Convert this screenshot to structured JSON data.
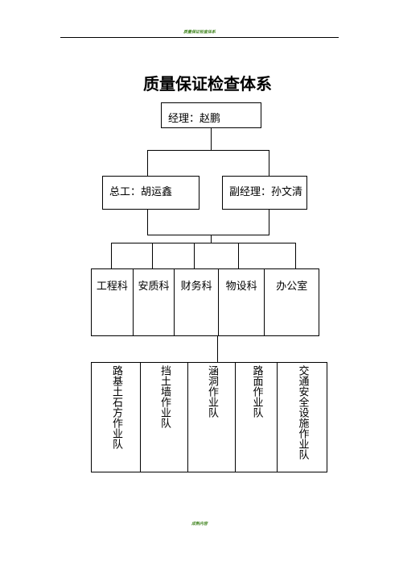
{
  "header": {
    "text": "质量保证检查体系"
  },
  "title": "质量保证检查体系",
  "manager": {
    "label": "经理：赵鹏"
  },
  "chief_engineer": {
    "label": "总工：胡运鑫"
  },
  "deputy_manager": {
    "label": "副经理：孙文清"
  },
  "departments": [
    "工程科",
    "安质科",
    "财务科",
    "物设科",
    "办公室"
  ],
  "teams": [
    "路基土石方作业队",
    "挡土墙作业队",
    "涵洞作业队",
    "路面作业队",
    "交通安全设施作业队"
  ],
  "footer": {
    "text": "成熟内容"
  }
}
